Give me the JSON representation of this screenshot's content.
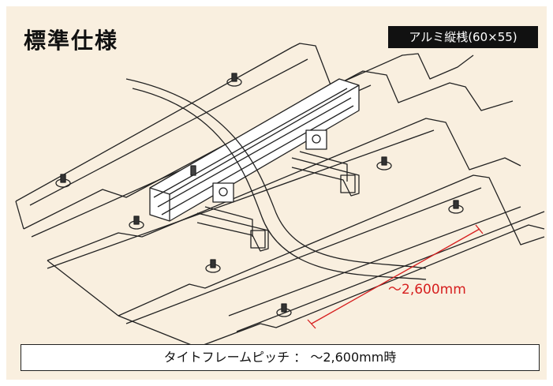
{
  "title": "標準仕様",
  "badge": "アルミ縦桟(60×55)",
  "dimension_label": "〜2,600mm",
  "caption": "タイトフレームピッチ ： 〜2,600mm時",
  "colors": {
    "panel": "#f9efdf",
    "line": "#222222",
    "dimension": "#d61e1e",
    "badge_bg": "#111111"
  }
}
